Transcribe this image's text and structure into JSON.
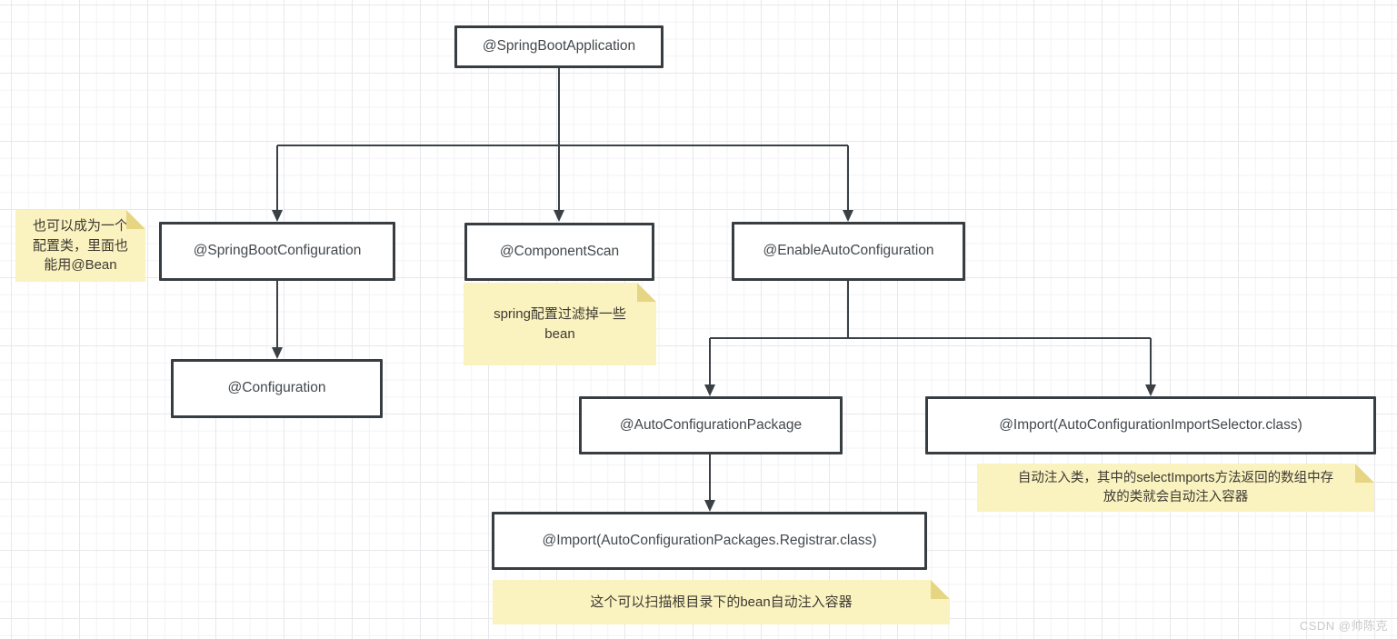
{
  "diagram": {
    "nodes": [
      {
        "id": "spring-boot-application",
        "label": "@SpringBootApplication"
      },
      {
        "id": "spring-boot-configuration",
        "label": "@SpringBootConfiguration"
      },
      {
        "id": "component-scan",
        "label": "@ComponentScan"
      },
      {
        "id": "enable-auto-configuration",
        "label": "@EnableAutoConfiguration"
      },
      {
        "id": "configuration",
        "label": "@Configuration"
      },
      {
        "id": "auto-configuration-package",
        "label": "@AutoConfigurationPackage"
      },
      {
        "id": "import-auto-configuration-import-selector",
        "label": "@Import(AutoConfigurationImportSelector.class)"
      },
      {
        "id": "import-auto-configuration-packages-registrar",
        "label": "@Import(AutoConfigurationPackages.Registrar.class)"
      }
    ],
    "notes": [
      {
        "id": "note-spring-boot-configuration",
        "text": "也可以成为一个\n配置类，里面也\n能用@Bean"
      },
      {
        "id": "note-component-scan",
        "text": "spring配置过滤掉一些\nbean"
      },
      {
        "id": "note-import-selector",
        "text": "自动注入类，其中的selectImports方法返回的数组中存\n放的类就会自动注入容器"
      },
      {
        "id": "note-registrar",
        "text": "这个可以扫描根目录下的bean自动注入容器"
      }
    ],
    "edges": [
      {
        "from": "spring-boot-application",
        "to": "spring-boot-configuration"
      },
      {
        "from": "spring-boot-application",
        "to": "component-scan"
      },
      {
        "from": "spring-boot-application",
        "to": "enable-auto-configuration"
      },
      {
        "from": "spring-boot-configuration",
        "to": "configuration"
      },
      {
        "from": "enable-auto-configuration",
        "to": "auto-configuration-package"
      },
      {
        "from": "enable-auto-configuration",
        "to": "import-auto-configuration-import-selector"
      },
      {
        "from": "auto-configuration-package",
        "to": "import-auto-configuration-packages-registrar"
      }
    ],
    "watermark": "CSDN @帅陈克",
    "colors": {
      "canvas_bg": "#ffffff",
      "grid_minor": "#f3f3f6",
      "grid_major": "#e8e8ec",
      "stroke": "#383d42",
      "node_text": "#43484d",
      "note_bg": "#faf2bf",
      "note_fold": "#e6d583",
      "note_text": "#3e3a33"
    }
  }
}
